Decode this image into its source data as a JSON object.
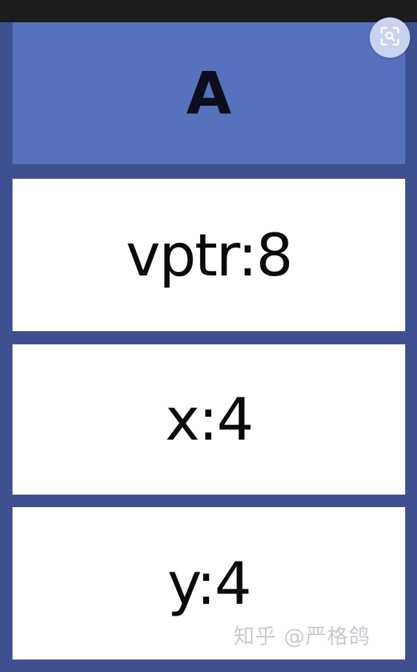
{
  "diagram": {
    "header": {
      "label": "A"
    },
    "cells": [
      {
        "label": "vptr:8"
      },
      {
        "label": "x:4"
      },
      {
        "label": "y:4"
      }
    ]
  },
  "overlay": {
    "lens_icon": "image-search-icon"
  },
  "watermark": {
    "text": "知乎 @严格鸽"
  },
  "colors": {
    "background": "#3f5090",
    "header": "#5672bd",
    "cell": "#ffffff",
    "top_bar": "#1b1c1e"
  }
}
